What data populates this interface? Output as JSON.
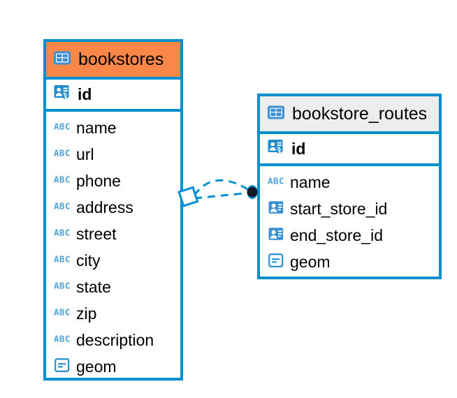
{
  "diagram": {
    "type": "entity-relationship-diagram",
    "background": "#ffffff",
    "accent_blue": "#0090d0",
    "accent_orange": "#fa8648",
    "header_gray": "#ededed",
    "endpoint_dark": "#0d1b2a"
  },
  "entities": [
    {
      "name": "bookstores",
      "header_color": "#fa8648",
      "table_icon": "table-icon",
      "primary_key": {
        "label": "id",
        "icon": "primary-key-icon",
        "type": "primary-key"
      },
      "fields": [
        {
          "label": "name",
          "icon": "abc-icon",
          "type": "text"
        },
        {
          "label": "url",
          "icon": "abc-icon",
          "type": "text"
        },
        {
          "label": "phone",
          "icon": "abc-icon",
          "type": "text"
        },
        {
          "label": "address",
          "icon": "abc-icon",
          "type": "text"
        },
        {
          "label": "street",
          "icon": "abc-icon",
          "type": "text"
        },
        {
          "label": "city",
          "icon": "abc-icon",
          "type": "text"
        },
        {
          "label": "state",
          "icon": "abc-icon",
          "type": "text"
        },
        {
          "label": "zip",
          "icon": "abc-icon",
          "type": "text"
        },
        {
          "label": "description",
          "icon": "abc-icon",
          "type": "text"
        },
        {
          "label": "geom",
          "icon": "geometry-icon",
          "type": "geometry"
        }
      ]
    },
    {
      "name": "bookstore_routes",
      "header_color": "#ededed",
      "table_icon": "table-icon",
      "primary_key": {
        "label": "id",
        "icon": "primary-key-icon",
        "type": "primary-key"
      },
      "fields": [
        {
          "label": "name",
          "icon": "abc-icon",
          "type": "text"
        },
        {
          "label": "start_store_id",
          "icon": "foreign-key-icon",
          "type": "foreign-key"
        },
        {
          "label": "end_store_id",
          "icon": "foreign-key-icon",
          "type": "foreign-key"
        },
        {
          "label": "geom",
          "icon": "geometry-icon",
          "type": "geometry"
        }
      ]
    }
  ],
  "relationship": {
    "style": "dashed",
    "color": "#0090d0",
    "source_endpoint": "rhombus-open",
    "target_endpoint": "circle-filled",
    "link_count": 2
  }
}
